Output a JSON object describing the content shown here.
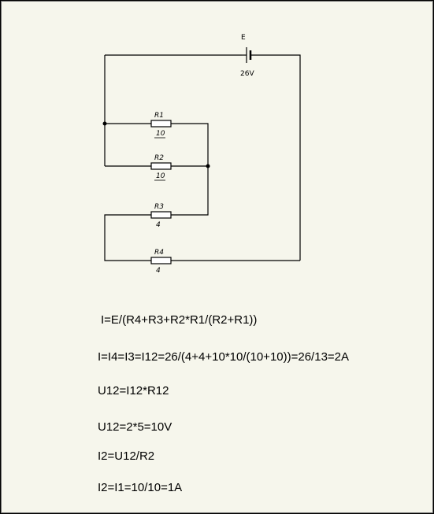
{
  "circuit": {
    "source": {
      "name": "E",
      "voltage": "26V"
    },
    "resistors": [
      {
        "name": "R1",
        "value": "10"
      },
      {
        "name": "R2",
        "value": "10"
      },
      {
        "name": "R3",
        "value": "4"
      },
      {
        "name": "R4",
        "value": "4"
      }
    ]
  },
  "formulas": [
    "I=E/(R4+R3+R2*R1/(R2+R1))",
    "I=I4=I3=I12=26/(4+4+10*10/(10+10))=26/13=2A",
    "U12=I12*R12",
    "U12=2*5=10V",
    "I2=U12/R2",
    "I2=I1=10/10=1A"
  ]
}
